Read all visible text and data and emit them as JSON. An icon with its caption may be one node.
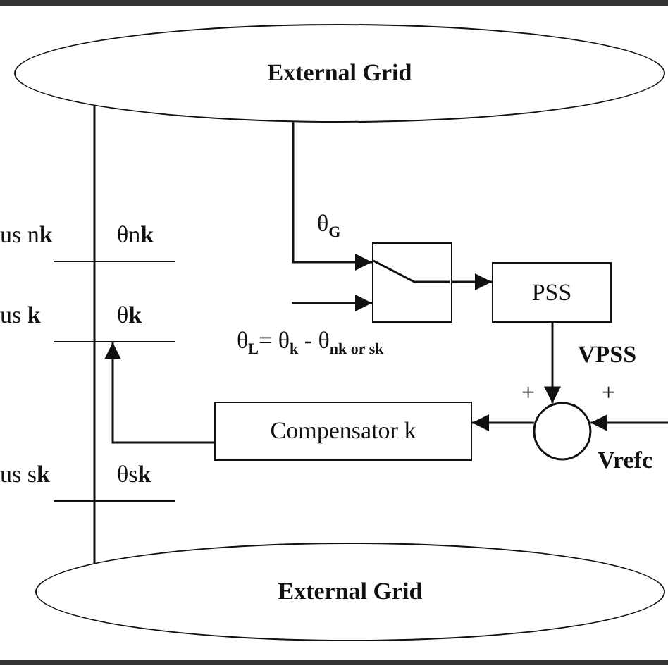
{
  "diagram": {
    "nodes": [
      {
        "text": [
          "External Grid"
        ]
      },
      {
        "text": [
          "External Grid"
        ]
      },
      {
        "text": [],
        "shape": "box"
      },
      {
        "text": [
          "PSS"
        ]
      },
      {
        "text": [],
        "shape": "circle"
      },
      {
        "text": [
          "Compensator k"
        ]
      },
      {
        "text": [
          "us n**k**",
          "θn**k**"
        ]
      },
      {
        "text": [
          "us **k**",
          "θ**k**"
        ]
      },
      {
        "text": [
          "us s**k**",
          "θs**k**"
        ]
      }
    ],
    "edges": [
      {
        "from": 0,
        "to": 1,
        "arrow": "none"
      },
      {
        "from": 0,
        "to": 2,
        "arrow": "to",
        "label": "θ$_{G}$"
      },
      {
        "from": null,
        "to": 2,
        "arrow": "to",
        "label": "θ$_{L}$= θ$_{k}$ - θ$_{nk or sk}$"
      },
      {
        "from": 2,
        "to": 3,
        "arrow": "to"
      },
      {
        "from": 3,
        "to": 4,
        "arrow": "to",
        "label": "VPSS"
      },
      {
        "from": null,
        "to": 4,
        "arrow": "to",
        "label": "Vrefc"
      },
      {
        "from": 4,
        "to": 5,
        "arrow": "to"
      },
      {
        "from": 5,
        "to": 7,
        "arrow": "to"
      }
    ],
    "labels": [
      "+",
      "+"
    ]
  }
}
